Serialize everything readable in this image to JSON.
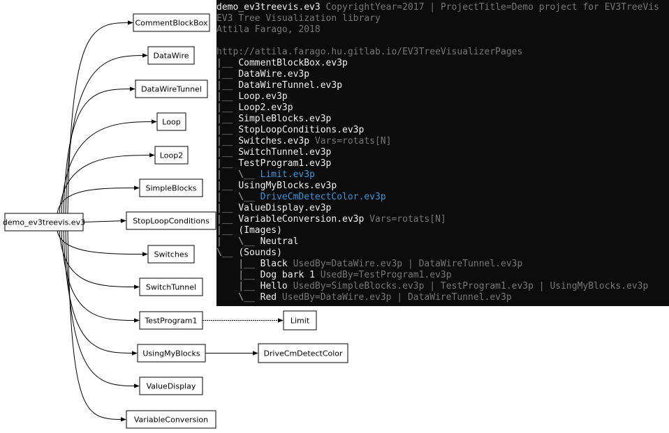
{
  "colors": {
    "terminal_bg": "#0c0c0c",
    "terminal_text": "#f2f2f2",
    "terminal_dim": "#a8a8a8",
    "terminal_link": "#3a96dd",
    "terminal_meta": "#767676"
  },
  "graph": {
    "root": "demo_ev3treevis.ev3",
    "children": [
      "CommentBlockBox",
      "DataWire",
      "DataWireTunnel",
      "Loop",
      "Loop2",
      "SimpleBlocks",
      "StopLoopConditions",
      "Switches",
      "SwitchTunnel",
      "TestProgram1",
      "UsingMyBlocks",
      "ValueDisplay",
      "VariableConversion"
    ],
    "sub_edges": [
      {
        "from": "TestProgram1",
        "to": "Limit",
        "style": "dashed"
      },
      {
        "from": "UsingMyBlocks",
        "to": "DriveCmDetectColor",
        "style": "solid"
      }
    ]
  },
  "terminal": {
    "lines": [
      {
        "segments": [
          {
            "text": "demo_ev3treevis.ev3",
            "style": "bright"
          },
          {
            "text": " CopyrightYear=2017 | ProjectTitle=Demo project for EV3TreeVis",
            "style": "gray"
          }
        ]
      },
      {
        "segments": [
          {
            "text": "EV3 Tree Visualization library",
            "style": "gray"
          }
        ]
      },
      {
        "segments": [
          {
            "text": "Attila Farago, 2018",
            "style": "gray"
          }
        ]
      },
      {
        "segments": [
          {
            "text": "",
            "style": "gray"
          }
        ]
      },
      {
        "segments": [
          {
            "text": "http://attila.farago.hu.gitlab.io/EV3TreeVisualizerPages",
            "style": "gray"
          }
        ]
      },
      {
        "segments": [
          {
            "text": "|__ ",
            "style": "dim"
          },
          {
            "text": "CommentBlockBox.ev3p",
            "style": "bright"
          }
        ]
      },
      {
        "segments": [
          {
            "text": "|__ ",
            "style": "dim"
          },
          {
            "text": "DataWire.ev3p",
            "style": "bright"
          }
        ]
      },
      {
        "segments": [
          {
            "text": "|__ ",
            "style": "dim"
          },
          {
            "text": "DataWireTunnel.ev3p",
            "style": "bright"
          }
        ]
      },
      {
        "segments": [
          {
            "text": "|__ ",
            "style": "dim"
          },
          {
            "text": "Loop.ev3p",
            "style": "bright"
          }
        ]
      },
      {
        "segments": [
          {
            "text": "|__ ",
            "style": "dim"
          },
          {
            "text": "Loop2.ev3p",
            "style": "bright"
          }
        ]
      },
      {
        "segments": [
          {
            "text": "|__ ",
            "style": "dim"
          },
          {
            "text": "SimpleBlocks.ev3p",
            "style": "bright"
          }
        ]
      },
      {
        "segments": [
          {
            "text": "|__ ",
            "style": "dim"
          },
          {
            "text": "StopLoopConditions.ev3p",
            "style": "bright"
          }
        ]
      },
      {
        "segments": [
          {
            "text": "|__ ",
            "style": "dim"
          },
          {
            "text": "Switches.ev3p",
            "style": "bright"
          },
          {
            "text": " Vars=rotats[N]",
            "style": "gray"
          }
        ]
      },
      {
        "segments": [
          {
            "text": "|__ ",
            "style": "dim"
          },
          {
            "text": "SwitchTunnel.ev3p",
            "style": "bright"
          }
        ]
      },
      {
        "segments": [
          {
            "text": "|__ ",
            "style": "dim"
          },
          {
            "text": "TestProgram1.ev3p",
            "style": "bright"
          }
        ]
      },
      {
        "segments": [
          {
            "text": "|   \\__ ",
            "style": "dim"
          },
          {
            "text": "Limit.ev3p",
            "style": "blue"
          }
        ]
      },
      {
        "segments": [
          {
            "text": "|__ ",
            "style": "dim"
          },
          {
            "text": "UsingMyBlocks.ev3p",
            "style": "bright"
          }
        ]
      },
      {
        "segments": [
          {
            "text": "|   \\__ ",
            "style": "dim"
          },
          {
            "text": "DriveCmDetectColor.ev3p",
            "style": "blue"
          }
        ]
      },
      {
        "segments": [
          {
            "text": "|__ ",
            "style": "dim"
          },
          {
            "text": "ValueDisplay.ev3p",
            "style": "bright"
          }
        ]
      },
      {
        "segments": [
          {
            "text": "|__ ",
            "style": "dim"
          },
          {
            "text": "VariableConversion.ev3p",
            "style": "bright"
          },
          {
            "text": " Vars=rotats[N]",
            "style": "gray"
          }
        ]
      },
      {
        "segments": [
          {
            "text": "|__ ",
            "style": "dim"
          },
          {
            "text": "(Images)",
            "style": "bright"
          }
        ]
      },
      {
        "segments": [
          {
            "text": "|   \\__ ",
            "style": "dim"
          },
          {
            "text": "Neutral",
            "style": "bright"
          }
        ]
      },
      {
        "segments": [
          {
            "text": "\\__ ",
            "style": "dim"
          },
          {
            "text": "(Sounds)",
            "style": "bright"
          }
        ]
      },
      {
        "segments": [
          {
            "text": "    |__ ",
            "style": "dim"
          },
          {
            "text": "Black",
            "style": "bright"
          },
          {
            "text": " UsedBy=DataWire.ev3p | DataWireTunnel.ev3p",
            "style": "gray"
          }
        ]
      },
      {
        "segments": [
          {
            "text": "    |__ ",
            "style": "dim"
          },
          {
            "text": "Dog bark 1",
            "style": "bright"
          },
          {
            "text": " UsedBy=TestProgram1.ev3p",
            "style": "gray"
          }
        ]
      },
      {
        "segments": [
          {
            "text": "    |__ ",
            "style": "dim"
          },
          {
            "text": "Hello",
            "style": "bright"
          },
          {
            "text": " UsedBy=SimpleBlocks.ev3p | TestProgram1.ev3p | UsingMyBlocks.ev3p",
            "style": "gray"
          }
        ]
      },
      {
        "segments": [
          {
            "text": "    \\__ ",
            "style": "dim"
          },
          {
            "text": "Red",
            "style": "bright"
          },
          {
            "text": " UsedBy=DataWire.ev3p | DataWireTunnel.ev3p",
            "style": "gray"
          }
        ]
      }
    ]
  }
}
